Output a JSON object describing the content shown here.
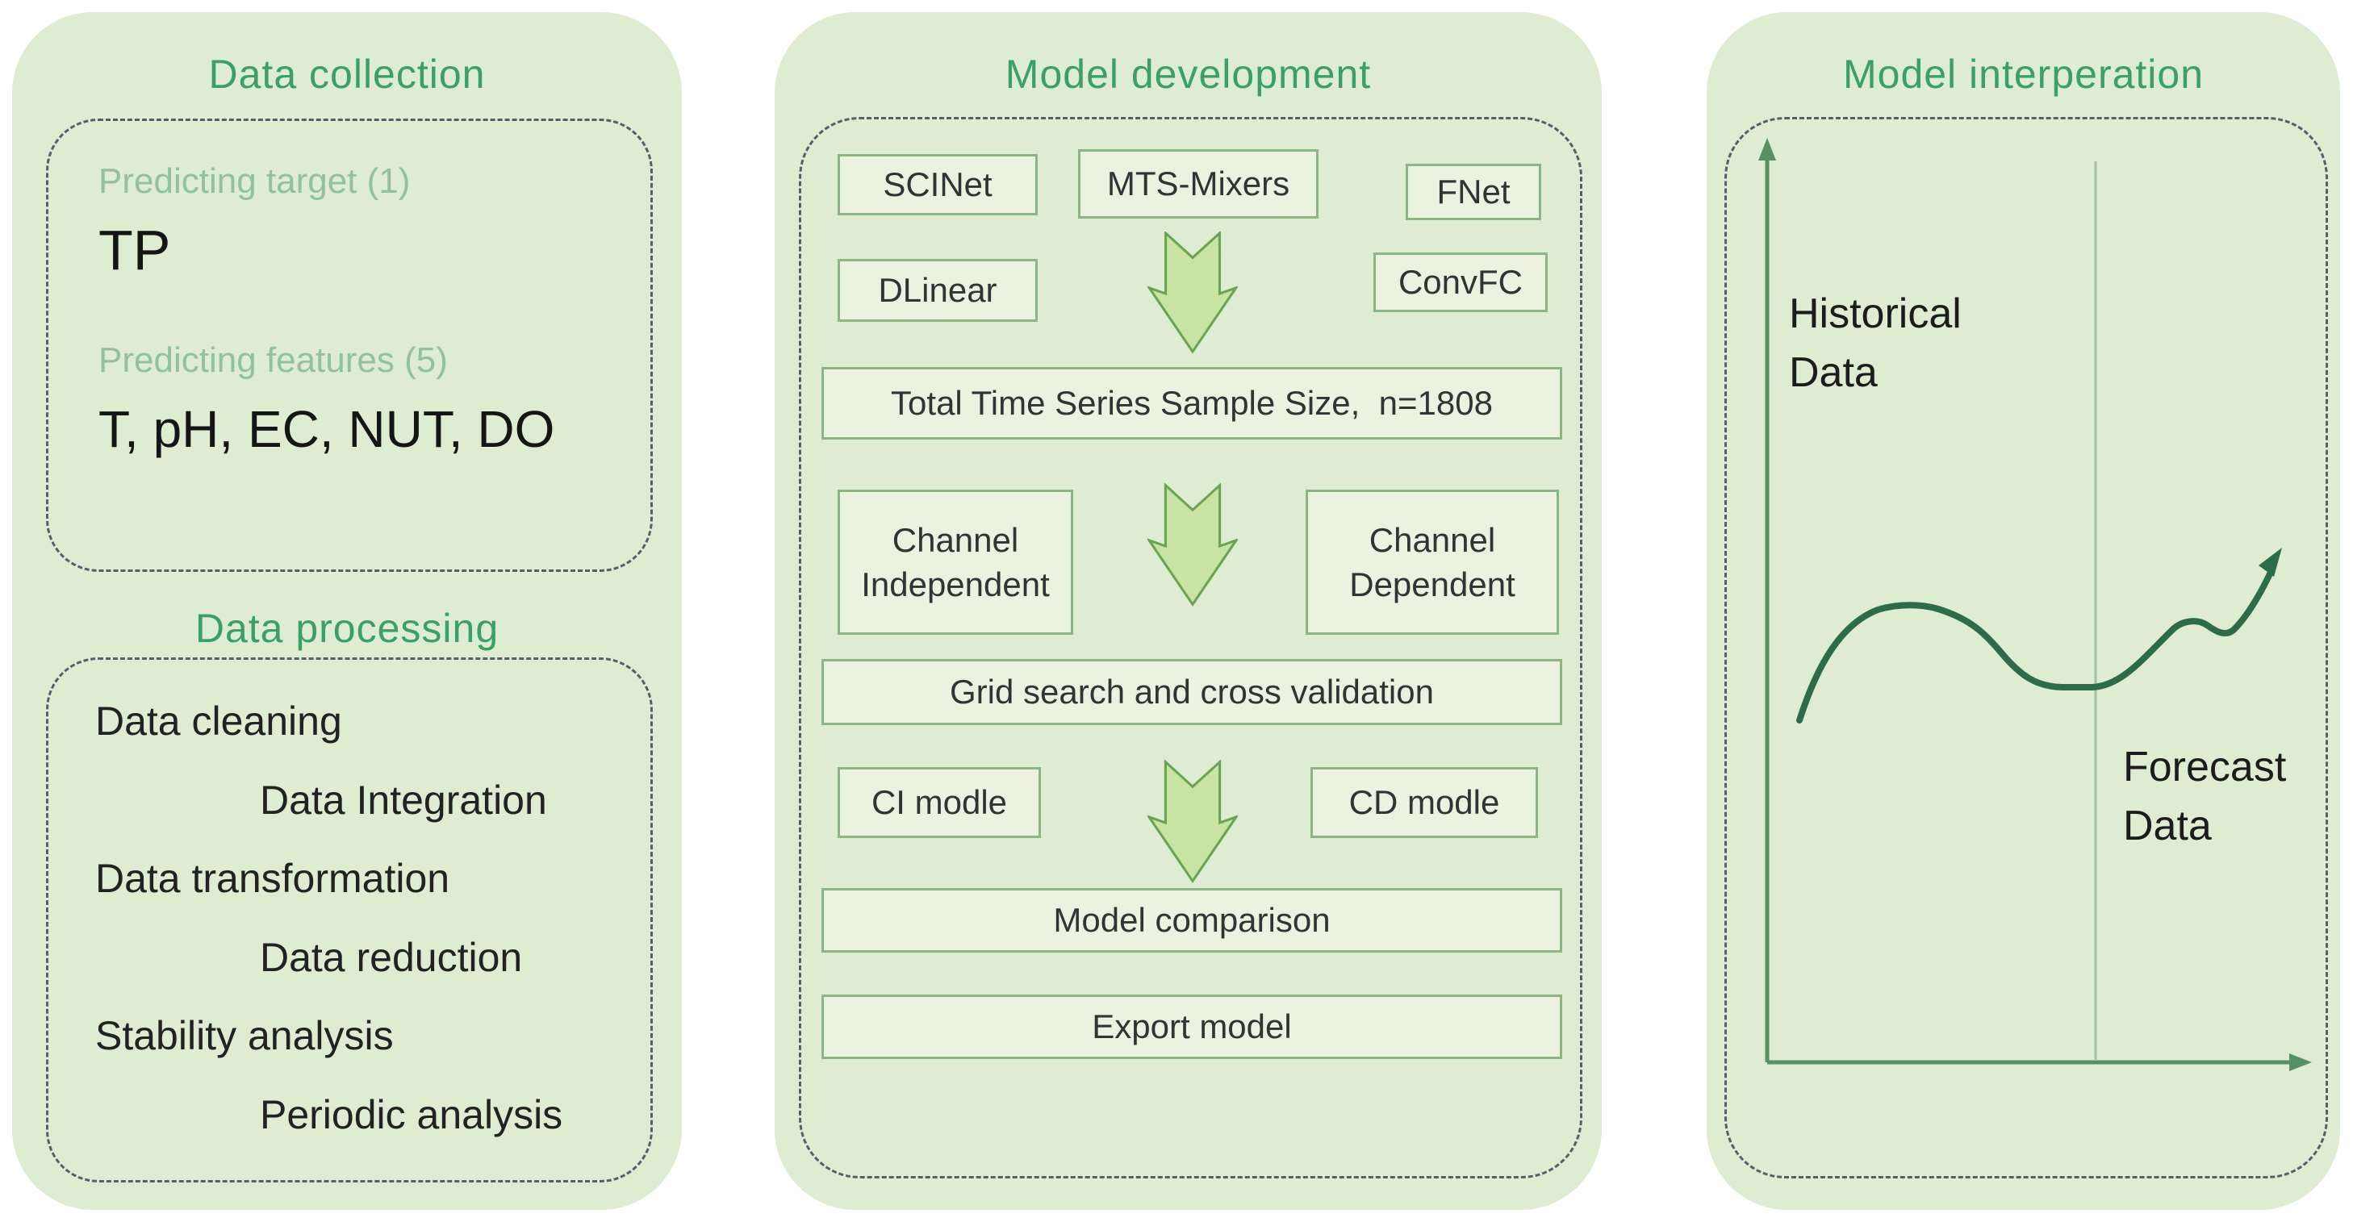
{
  "colors": {
    "panel_bg": "#deecd1",
    "box_bg": "#ebf2df",
    "box_border": "#8cb485",
    "dashed_border": "#51616c",
    "title_green": "#3aa065",
    "soft_label_green": "#92c19c",
    "flow_arrow_fill": "#c8e3a3",
    "flow_arrow_stroke": "#6ca253",
    "axis_green": "#579162",
    "divider_green": "#9dc4a1",
    "curve_green": "#2d6c4b",
    "text_dark": "#222222"
  },
  "icons": {
    "flow_arrow": "block-down-arrow-icon",
    "y_axis_arrow": "up-line-arrow-icon",
    "x_axis_arrow": "right-line-arrow-icon",
    "trend_arrow": "up-right-line-arrow-icon"
  },
  "collection": {
    "title": "Data collection",
    "target_label": "Predicting target (1)",
    "target_value": "TP",
    "features_label": "Predicting features (5)",
    "features_value": "T, pH, EC, NUT, DO",
    "processing": {
      "title": "Data processing",
      "items": [
        "Data cleaning",
        "Data Integration",
        "Data transformation",
        "Data reduction",
        "Stability analysis",
        "Periodic analysis"
      ]
    }
  },
  "development": {
    "title": "Model development",
    "model_boxes": [
      "SCINet",
      "MTS-Mixers",
      "FNet",
      "DLinear",
      "ConvFC"
    ],
    "sample_box": "Total Time Series Sample Size,  n=1808",
    "channel_independent": "Channel\nIndependent",
    "channel_dependent": "Channel\nDependent",
    "grid_box": "Grid search and cross validation",
    "ci_box": "CI modle",
    "cd_box": "CD modle",
    "comparison_box": "Model comparison",
    "export_box": "Export model"
  },
  "interpretation": {
    "title": "Model interperation",
    "historical_label": "Historical\nData",
    "forecast_label": "Forecast\nData"
  }
}
